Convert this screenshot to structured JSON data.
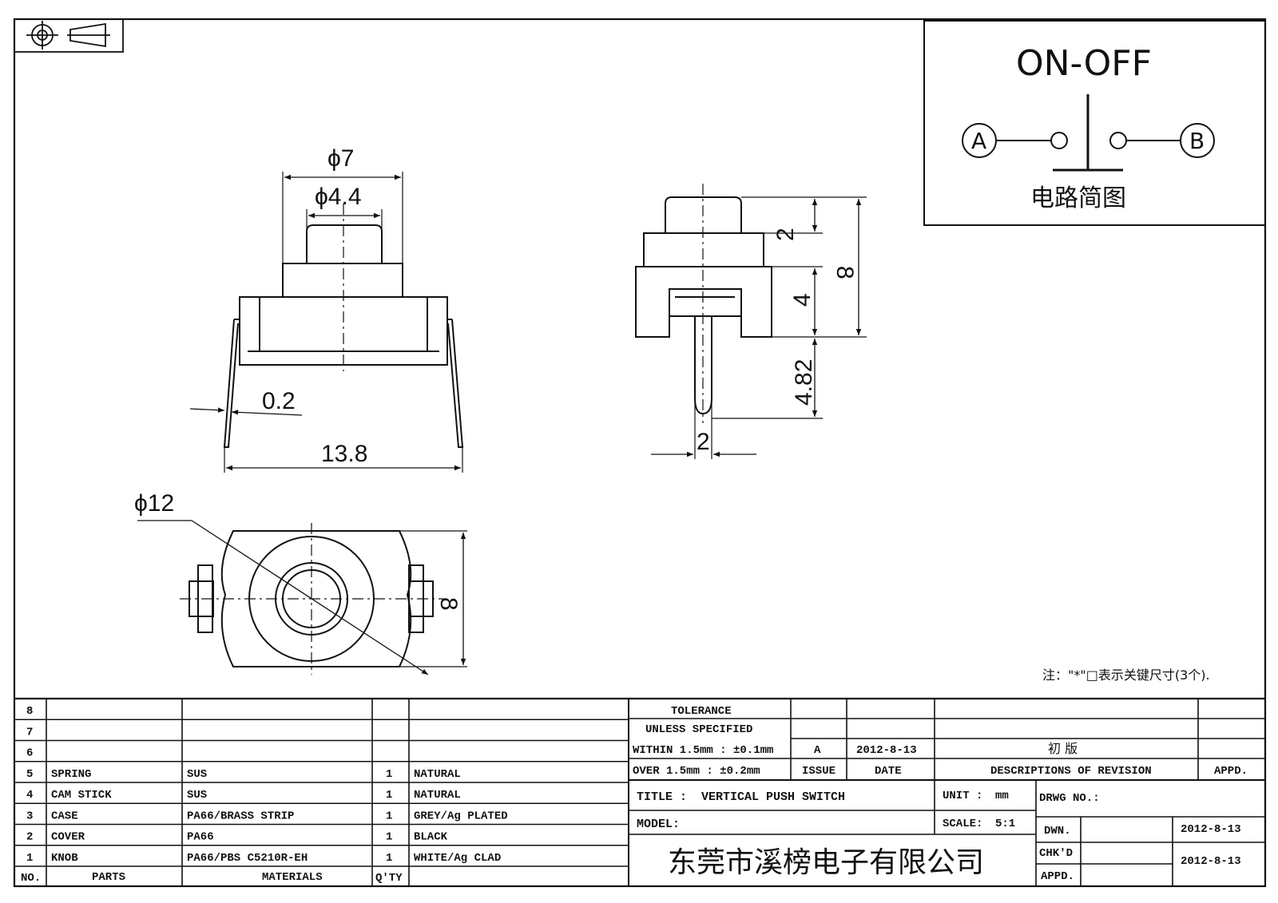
{
  "dimensions": {
    "phi7": "ϕ7",
    "phi44": "ϕ4.4",
    "w02": "0.2",
    "w138": "13.8",
    "phi12": "ϕ12",
    "h8_bottom": "8",
    "side_2": "2",
    "side_8": "8",
    "side_4": "4",
    "side_482": "4.82",
    "side_w2": "2"
  },
  "circuit": {
    "title": "ON-OFF",
    "terminal_a": "A",
    "terminal_b": "B",
    "caption": "电路简图"
  },
  "note": "注：\"*\"□表示关键尺寸(3个).",
  "bom": {
    "rows": [
      {
        "no": "8",
        "part": "",
        "material": "",
        "qty": "",
        "finish": ""
      },
      {
        "no": "7",
        "part": "",
        "material": "",
        "qty": "",
        "finish": ""
      },
      {
        "no": "6",
        "part": "",
        "material": "",
        "qty": "",
        "finish": ""
      },
      {
        "no": "5",
        "part": "SPRING",
        "material": "SUS",
        "qty": "1",
        "finish": "NATURAL"
      },
      {
        "no": "4",
        "part": "CAM STICK",
        "material": "SUS",
        "qty": "1",
        "finish": "NATURAL"
      },
      {
        "no": "3",
        "part": "CASE",
        "material": "PA66/BRASS STRIP",
        "qty": "1",
        "finish": "GREY/Ag PLATED"
      },
      {
        "no": "2",
        "part": "COVER",
        "material": "PA66",
        "qty": "1",
        "finish": "BLACK"
      },
      {
        "no": "1",
        "part": "KNOB",
        "material": "PA66/PBS C5210R-EH",
        "qty": "1",
        "finish": "WHITE/Ag CLAD"
      }
    ],
    "header_no": "NO.",
    "header_parts": "PARTS",
    "header_materials": "MATERIALS",
    "header_qty": "Q'TY"
  },
  "title_block": {
    "tolerance_1": "TOLERANCE",
    "tolerance_2": "UNLESS  SPECIFIED",
    "within": "WITHIN 1.5mm : ±0.1mm",
    "over": "OVER 1.5mm : ±0.2mm",
    "rev_issue": "A",
    "rev_date": "2012-8-13",
    "rev_desc": "初  版",
    "h_issue": "ISSUE",
    "h_date": "DATE",
    "h_desc": "DESCRIPTIONS OF REVISION",
    "h_appd": "APPD.",
    "title_label": "TITLE :",
    "title_value": "VERTICAL PUSH SWITCH",
    "unit_label": "UNIT :",
    "unit_value": "mm",
    "drwg_no": "DRWG NO.:",
    "model": "MODEL:",
    "scale_label": "SCALE:",
    "scale_value": "5:1",
    "dwn": "DWN.",
    "dwn_date": "2012-8-13",
    "chkd": "CHK'D",
    "chkd_date": "2012-8-13",
    "appd": "APPD.",
    "company": "东莞市溪榜电子有限公司"
  }
}
